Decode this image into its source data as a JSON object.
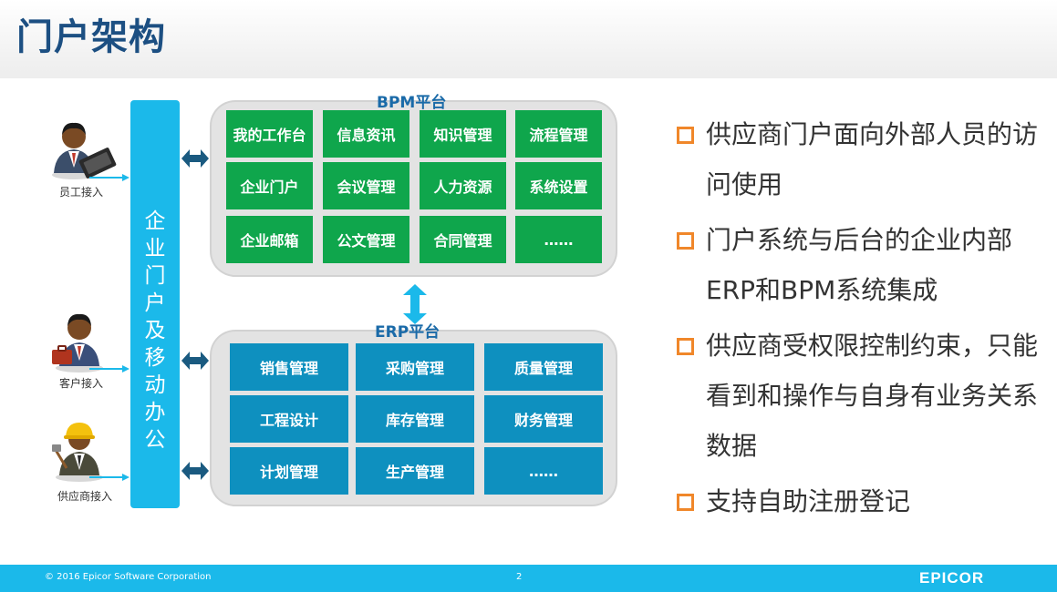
{
  "slide": {
    "title": "门户架构"
  },
  "users": [
    {
      "label": "员工接入"
    },
    {
      "label": "客户接入"
    },
    {
      "label": "供应商接入"
    }
  ],
  "mobile": {
    "text": "企业门户及移动办公"
  },
  "bpm": {
    "title": "BPM平台",
    "cells": [
      "我的工作台",
      "信息资讯",
      "知识管理",
      "流程管理",
      "企业门户",
      "会议管理",
      "人力资源",
      "系统设置",
      "企业邮箱",
      "公文管理",
      "合同管理",
      "……"
    ]
  },
  "erp": {
    "title": "ERP平台",
    "cells": [
      "销售管理",
      "采购管理",
      "质量管理",
      "工程设计",
      "库存管理",
      "财务管理",
      "计划管理",
      "生产管理",
      "……"
    ]
  },
  "bullets": [
    "供应商门户面向外部人员的访问使用",
    "门户系统与后台的企业内部ERP和BPM系统集成",
    "供应商受权限控制约束，只能看到和操作与自身有业务关系数据",
    "支持自助注册登记"
  ],
  "footer": {
    "copyright": "© 2016 Epicor Software Corporation",
    "page": "2",
    "brand": "EPICOR"
  },
  "colors": {
    "title": "#1c4f82",
    "mobile_bar": "#1bb9ea",
    "bpm_cell": "#0fa64c",
    "erp_cell": "#0e90bf",
    "platform_bg": "#e3e3e3",
    "bullet_box": "#f0872a",
    "footer": "#1bb9ea",
    "arrow": "#1a5a80"
  }
}
